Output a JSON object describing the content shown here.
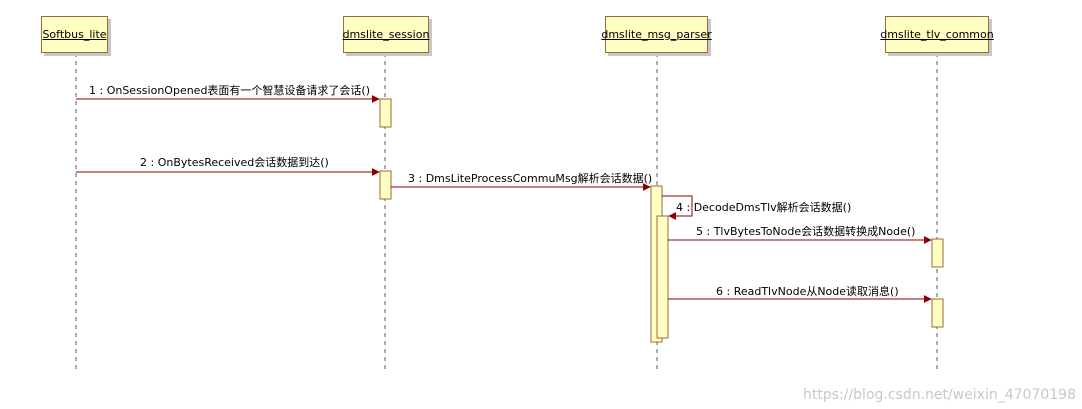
{
  "diagram": {
    "lifelines": [
      {
        "id": "softbus",
        "label": "Softbus_lite"
      },
      {
        "id": "session",
        "label": "dmslite_session"
      },
      {
        "id": "parser",
        "label": "dmslite_msg_parser"
      },
      {
        "id": "tlv",
        "label": "dmslite_tlv_common"
      }
    ],
    "messages": [
      {
        "label": "1 : OnSessionOpened表面有一个智慧设备请求了会话()"
      },
      {
        "label": "2 : OnBytesReceived会话数据到达()"
      },
      {
        "label": "3 : DmsLiteProcessCommuMsg解析会话数据()"
      },
      {
        "label": "4 : DecodeDmsTlv解析会话数据()"
      },
      {
        "label": "5 : TlvBytesToNode会话数据转换成Node()"
      },
      {
        "label": "6 : ReadTlvNode从Node读取消息()"
      }
    ],
    "colors": {
      "box_fill": "#ffffc4",
      "box_border": "#9e6a3a",
      "message_line": "#8b0000",
      "lifeline_dash": "#555555"
    }
  },
  "watermark": "https://blog.csdn.net/weixin_47070198"
}
